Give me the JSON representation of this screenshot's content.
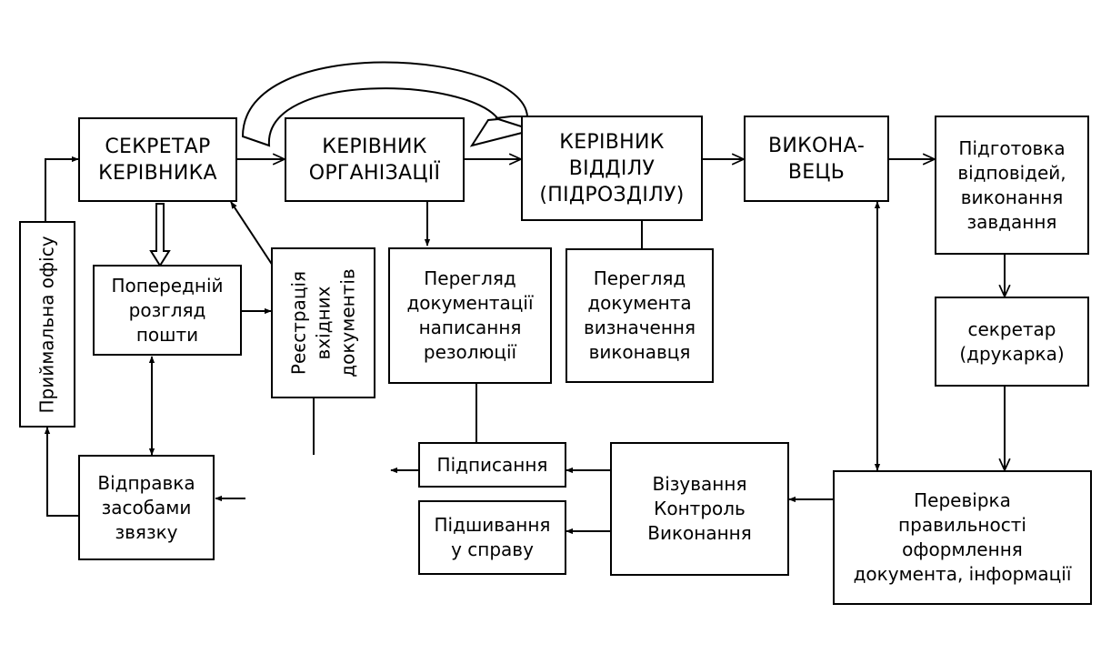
{
  "boxes": {
    "secretary_head": [
      "СЕКРЕТАР",
      "КЕРІВНИКА"
    ],
    "org_head": [
      "КЕРІВНИК",
      "ОРГАНІЗАЦІЇ"
    ],
    "dept_head": [
      "КЕРІВНИК",
      "ВІДДІЛУ",
      "(ПІДРОЗДІЛУ)"
    ],
    "executor": [
      "ВИКОНА-",
      "ВЕЦЬ"
    ],
    "prepare_answers": [
      "Підготовка",
      "відповідей,",
      "виконання",
      "завдання"
    ],
    "reception_office": "Приймальна офісу",
    "preliminary_review": [
      "Попередній",
      "розгляд",
      "пошти"
    ],
    "registration": [
      "Реєстрація",
      "вхідних",
      "документів"
    ],
    "review_docs_resolution": [
      "Перегляд",
      "документації",
      "написання",
      "резолюції"
    ],
    "review_doc_executor": [
      "Перегляд",
      "документа",
      "визначення",
      "виконавця"
    ],
    "secretary_typist": [
      "секретар",
      "(друкарка)"
    ],
    "send_by_comm": [
      "Відправка",
      "засобами",
      "звязку"
    ],
    "signing": "Підписання",
    "filing": [
      "Підшивання",
      "у справу"
    ],
    "vizing_control": [
      "Візування",
      "Контроль",
      "Виконання"
    ],
    "check_correctness": [
      "Перевірка",
      "правильності",
      "оформлення",
      "документа, інформації"
    ]
  }
}
